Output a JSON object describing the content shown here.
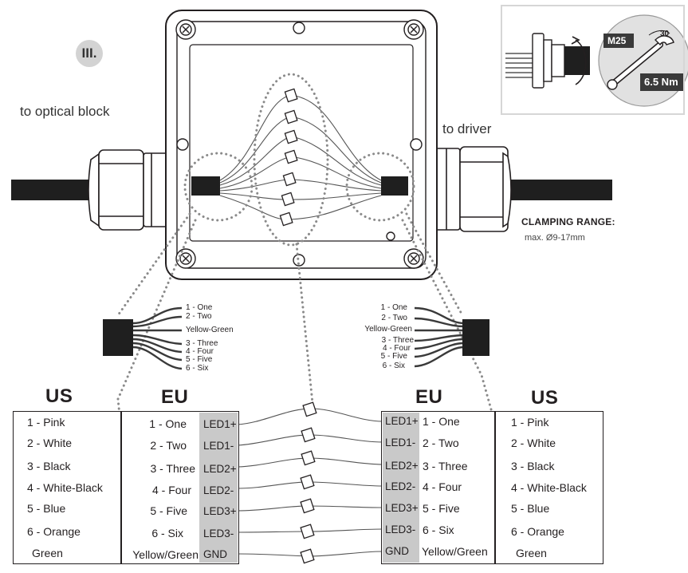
{
  "step": "III.",
  "labels": {
    "optical_block": "to optical block",
    "driver": "to driver",
    "clamping_title": "CLAMPING RANGE:",
    "clamping_value": "max. Ø9-17mm"
  },
  "gland_inset": {
    "thread": "M25",
    "angle": "30",
    "torque": "6.5 Nm"
  },
  "small_connector_labels_left": [
    "1 - One",
    "2 - Two",
    "Yellow-Green",
    "3 - Three",
    "4 - Four",
    "5 - Five",
    "6 - Six"
  ],
  "small_connector_labels_right": [
    "1 - One",
    "2 - Two",
    "Yellow-Green",
    "3 - Three",
    "4 - Four",
    "5 - Five",
    "6 - Six"
  ],
  "left_table": {
    "us_title": "US",
    "eu_title": "EU",
    "us": [
      "1 - Pink",
      "2 - White",
      "3 - Black",
      "4 - White-Black",
      "5 - Blue",
      "6 - Orange",
      "Green"
    ],
    "eu": [
      "1 - One",
      "2 - Two",
      "3 - Three",
      "4 - Four",
      "5 - Five",
      "6 - Six",
      "Yellow/Green"
    ],
    "terminals": [
      "LED1+",
      "LED1-",
      "LED2+",
      "LED2-",
      "LED3+",
      "LED3-",
      "GND"
    ]
  },
  "right_table": {
    "eu_title": "EU",
    "us_title": "US",
    "terminals": [
      "LED1+",
      "LED1-",
      "LED2+",
      "LED2-",
      "LED3+",
      "LED3-",
      "GND"
    ],
    "eu": [
      "1 - One",
      "2 - Two",
      "3 - Three",
      "4 - Four",
      "5 - Five",
      "6 - Six",
      "Yellow/Green"
    ],
    "us": [
      "1 - Pink",
      "2 - White",
      "3 - Black",
      "4 - White-Black",
      "5 - Blue",
      "6 - Orange",
      "Green"
    ]
  }
}
